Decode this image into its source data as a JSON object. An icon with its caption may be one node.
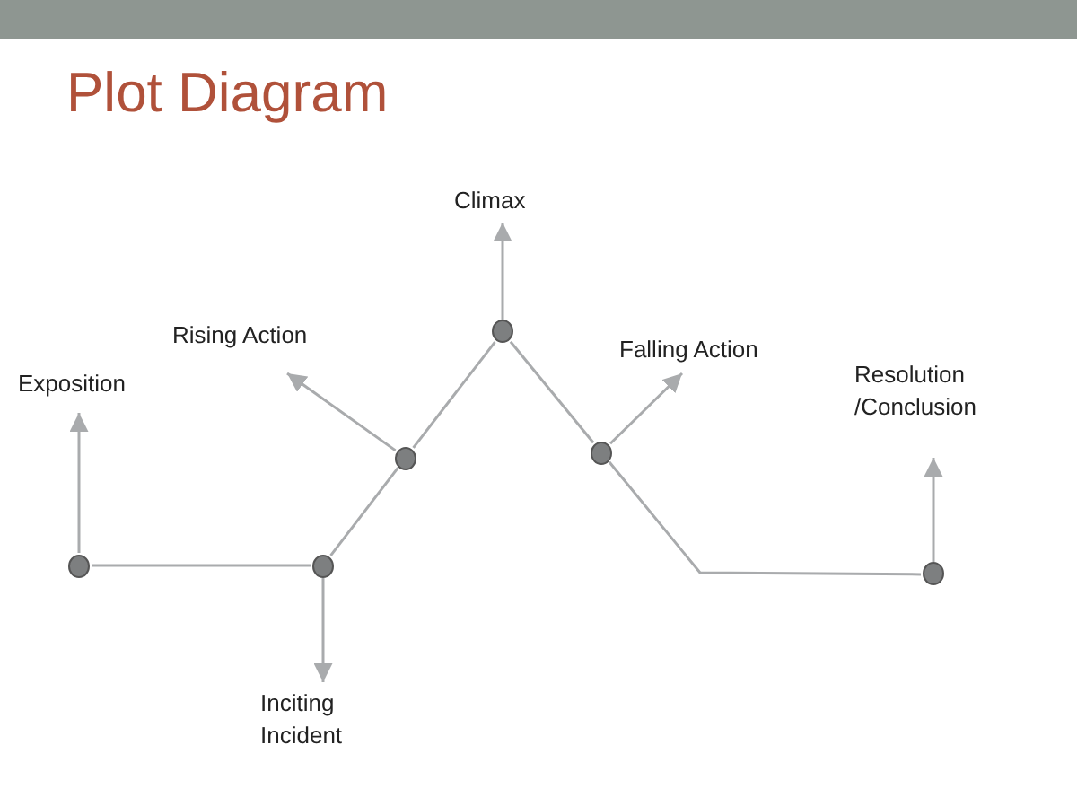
{
  "diagram": {
    "title": "Plot Diagram",
    "nodes": [
      {
        "text": [
          "Climax"
        ]
      },
      {
        "text": [
          "Rising Action"
        ]
      },
      {
        "text": [
          "Falling Action"
        ]
      },
      {
        "text": [
          "Exposition"
        ]
      },
      {
        "text": [
          "Resolution /Conclusion"
        ]
      },
      {
        "text": [],
        "shape": "circle"
      },
      {
        "text": [],
        "shape": "circle"
      },
      {
        "text": [],
        "shape": "circle"
      },
      {
        "text": [],
        "shape": "circle"
      },
      {
        "text": [],
        "shape": "circle"
      },
      {
        "text": [],
        "shape": "circle"
      },
      {
        "text": [
          "Inciting Incident"
        ]
      }
    ],
    "edges": [
      {
        "from": 5,
        "to": 6,
        "arrow": "none"
      },
      {
        "from": 6,
        "to": 7,
        "arrow": "none"
      },
      {
        "from": 7,
        "to": 8,
        "arrow": "none"
      },
      {
        "from": 8,
        "to": 9,
        "arrow": "none"
      },
      {
        "from": 9,
        "to": 10,
        "arrow": "none"
      },
      {
        "from": 5,
        "to": 3,
        "arrow": "to"
      },
      {
        "from": 6,
        "to": 11,
        "arrow": "to"
      },
      {
        "from": 7,
        "to": 1,
        "arrow": "to"
      },
      {
        "from": 8,
        "to": 0,
        "arrow": "to"
      },
      {
        "from": 9,
        "to": 2,
        "arrow": "to"
      },
      {
        "from": 10,
        "to": 4,
        "arrow": "to"
      }
    ]
  }
}
